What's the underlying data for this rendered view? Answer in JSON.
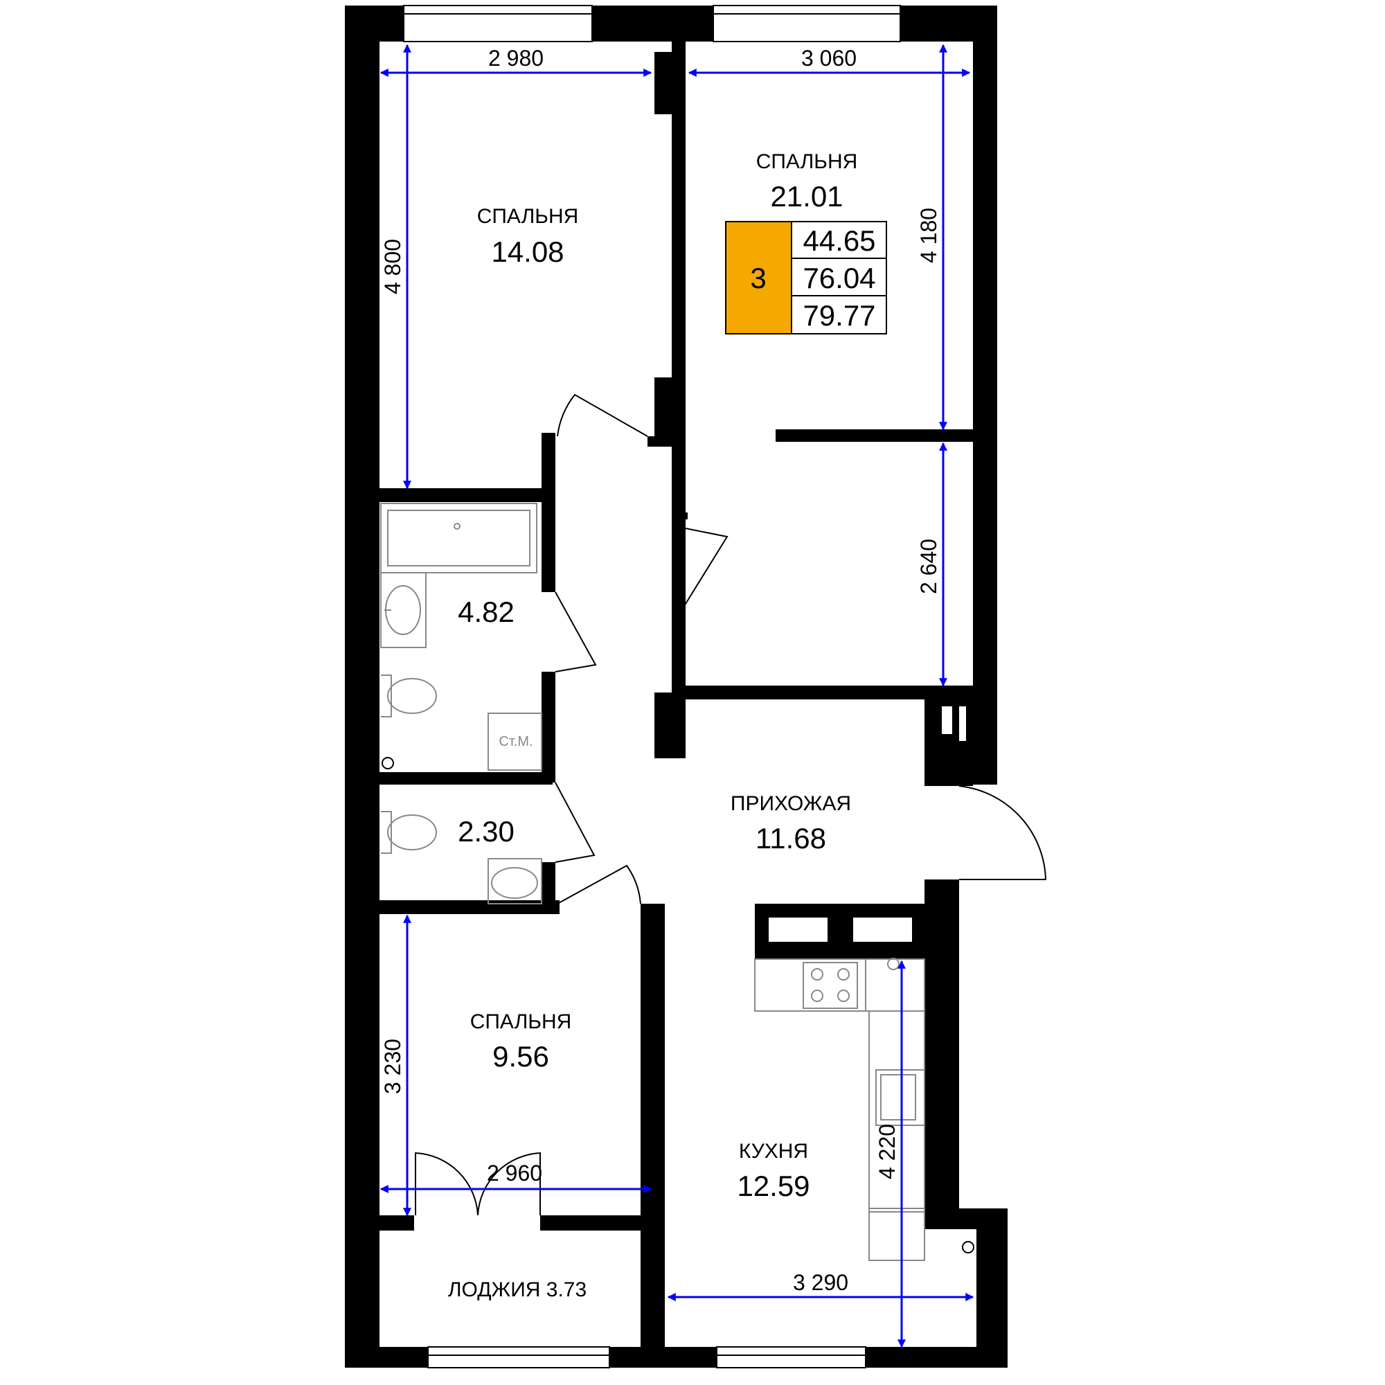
{
  "apartment": {
    "rooms_count": "3",
    "areas": [
      "44.65",
      "76.04",
      "79.77"
    ],
    "accent_color": "#f5a800"
  },
  "rooms": {
    "bedroom_1": {
      "name": "СПАЛЬНЯ",
      "area": "14.08"
    },
    "bedroom_2": {
      "name": "СПАЛЬНЯ",
      "area": "21.01"
    },
    "bedroom_3": {
      "name": "СПАЛЬНЯ",
      "area": "9.56"
    },
    "bathroom": {
      "area": "4.82"
    },
    "toilet": {
      "area": "2.30"
    },
    "hall": {
      "name": "ПРИХОЖАЯ",
      "area": "11.68"
    },
    "kitchen": {
      "name": "КУХНЯ",
      "area": "12.59"
    },
    "loggia": {
      "label": "ЛОДЖИЯ 3.73"
    }
  },
  "fixtures": {
    "washer": "Ст.М."
  },
  "dimensions": {
    "bedroom_1_width": "2 980",
    "bedroom_1_length": "4 800",
    "bedroom_2_width": "3 060",
    "bedroom_2_length": "4 180",
    "bedroom_2_alcove": "2 640",
    "bedroom_3_length": "3 230",
    "bedroom_3_width": "2 960",
    "kitchen_length": "4 220",
    "kitchen_width": "3 290"
  },
  "colors": {
    "wall": "#000000",
    "dimension_line": "#0000ff",
    "fixture": "#888888"
  }
}
